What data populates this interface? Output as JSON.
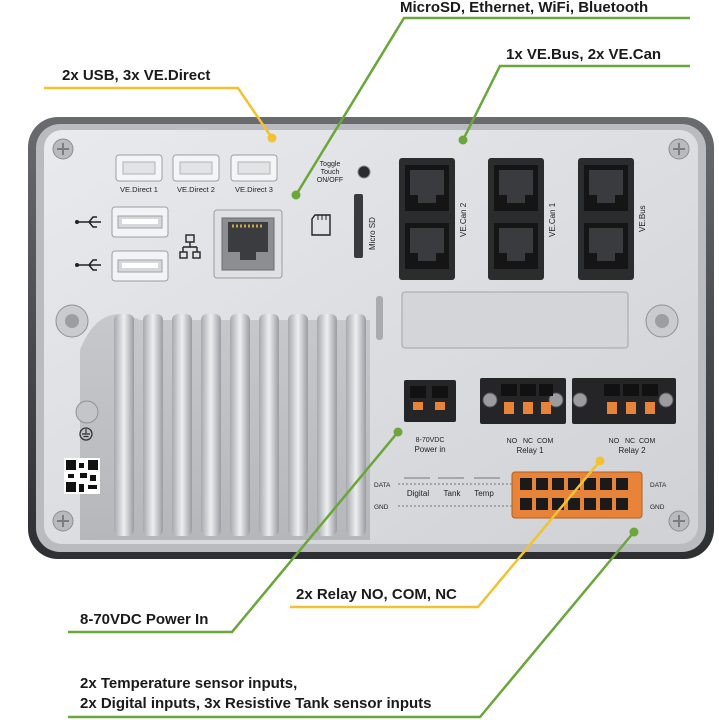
{
  "callouts": {
    "usb_vedirect": "2x USB, 3x VE.Direct",
    "microsd_ethernet": "MicroSD, Ethernet, WiFi, Bluetooth",
    "vebus_vecan": "1x VE.Bus, 2x VE.Can",
    "relay": "2x Relay NO, COM, NC",
    "power_in": "8-70VDC Power In",
    "sensors_line1": "2x Temperature sensor inputs,",
    "sensors_line2": "2x Digital inputs, 3x Resistive Tank sensor inputs"
  },
  "device": {
    "vedirect_1": "VE.Direct 1",
    "vedirect_2": "VE.Direct 2",
    "vedirect_3": "VE.Direct 3",
    "toggle_1": "Toggle",
    "toggle_2": "Touch",
    "toggle_3": "ON/OFF",
    "microsd": "Micro SD",
    "vecan2": "VE.Can 2",
    "vecan1": "VE.Can 1",
    "vebus": "VE.Bus",
    "power_voltage": "8-70VDC",
    "power_label": "Power in",
    "relay1_terms": "NO   NC  COM",
    "relay1_label": "Relay 1",
    "relay2_terms": "NO   NC  COM",
    "relay2_label": "Relay 2",
    "data_left": "DATA",
    "gnd_left": "GND",
    "data_right": "DATA",
    "gnd_right": "GND",
    "digital": "Digital",
    "tank": "Tank",
    "temp": "Temp"
  },
  "colors": {
    "green_line": "#6aa63a",
    "yellow_line": "#f2c230",
    "bezel": "#3a3a3c",
    "panel": "#dcdde0",
    "connector_orange": "#e8843a"
  }
}
